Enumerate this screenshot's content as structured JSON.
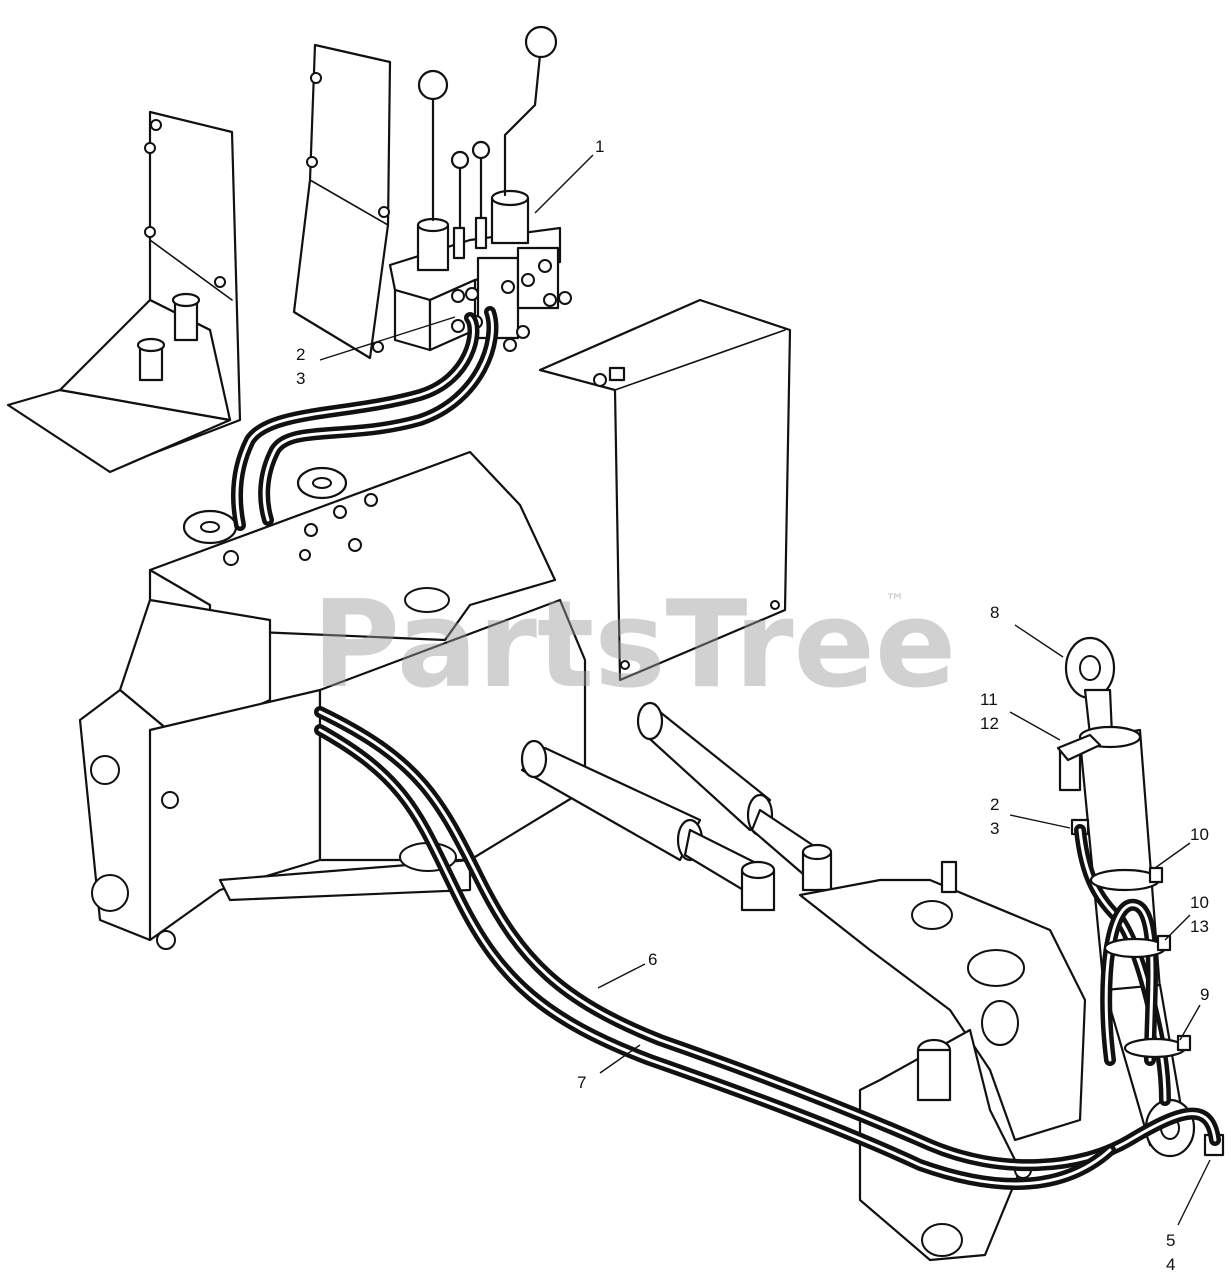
{
  "watermark": {
    "text": "PartsTree",
    "trademark": "™"
  },
  "callouts": [
    {
      "id": "c1",
      "label": "1"
    },
    {
      "id": "c2a",
      "label": "2"
    },
    {
      "id": "c3a",
      "label": "3"
    },
    {
      "id": "c8",
      "label": "8"
    },
    {
      "id": "c11",
      "label": "11"
    },
    {
      "id": "c12",
      "label": "12"
    },
    {
      "id": "c2b",
      "label": "2"
    },
    {
      "id": "c3b",
      "label": "3"
    },
    {
      "id": "c10a",
      "label": "10"
    },
    {
      "id": "c10b",
      "label": "10"
    },
    {
      "id": "c13",
      "label": "13"
    },
    {
      "id": "c9",
      "label": "9"
    },
    {
      "id": "c6",
      "label": "6"
    },
    {
      "id": "c7",
      "label": "7"
    },
    {
      "id": "c5",
      "label": "5"
    },
    {
      "id": "c4",
      "label": "4"
    }
  ]
}
